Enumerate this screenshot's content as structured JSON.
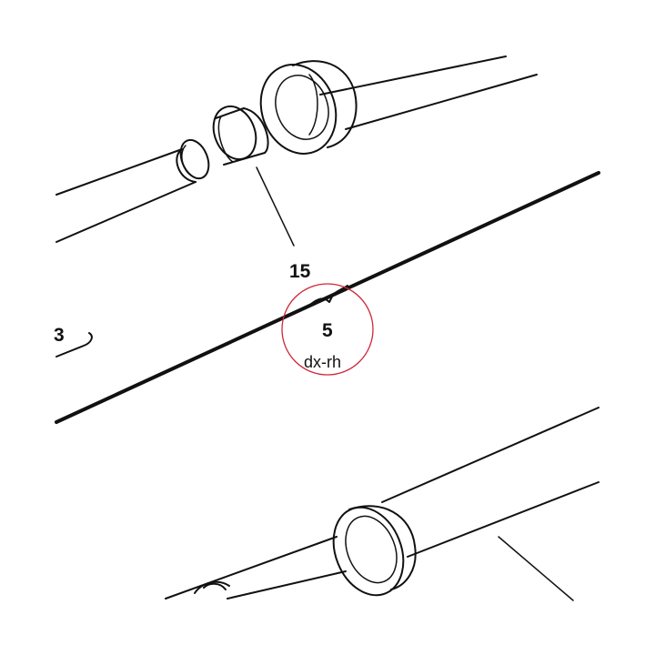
{
  "callouts": {
    "part_15": "15",
    "part_3": "3",
    "part_5": "5",
    "part_5_sub": "dx-rh"
  },
  "colors": {
    "line": "#111111",
    "highlight_circle": "#d0263a",
    "background": "#ffffff"
  }
}
